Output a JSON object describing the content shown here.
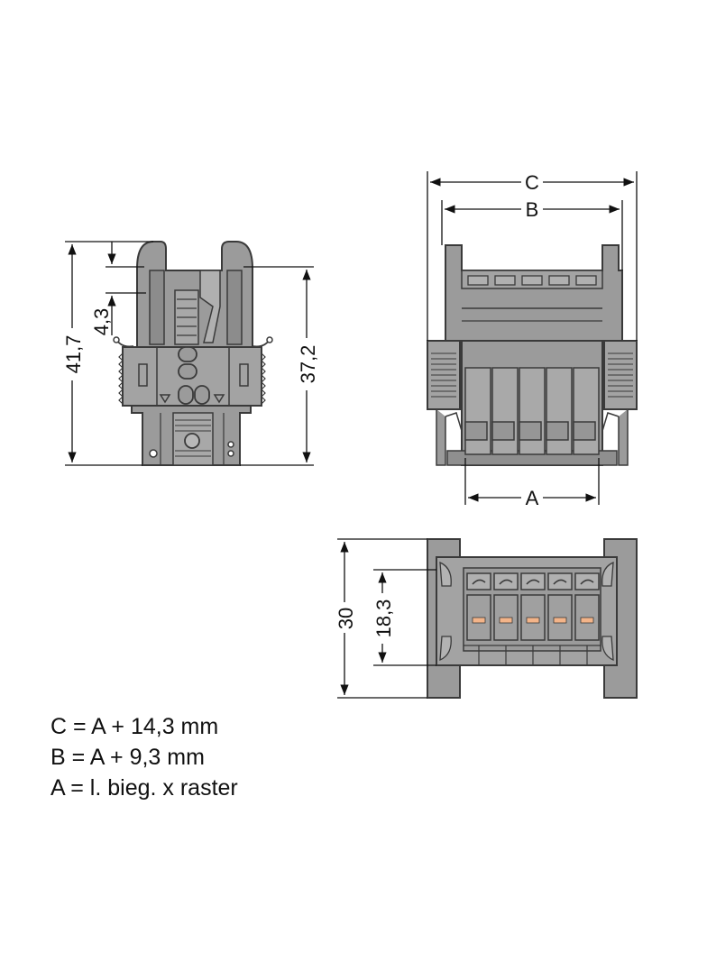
{
  "dimensions": {
    "side_height_total": "41,7",
    "side_height_body": "37,2",
    "side_offset": "4,3",
    "front_width_c": "C",
    "front_width_b": "B",
    "front_width_a": "A",
    "top_depth_total": "30",
    "top_depth_inner": "18,3"
  },
  "formulas": [
    "C = A + 14,3 mm",
    "B = A + 9,3 mm",
    "A = l. bieg. x raster"
  ],
  "colors": {
    "housing": "#9b9b9b",
    "housing_dark": "#7d7d7d",
    "outline": "#3a3a3a",
    "contact": "#f3b489"
  }
}
